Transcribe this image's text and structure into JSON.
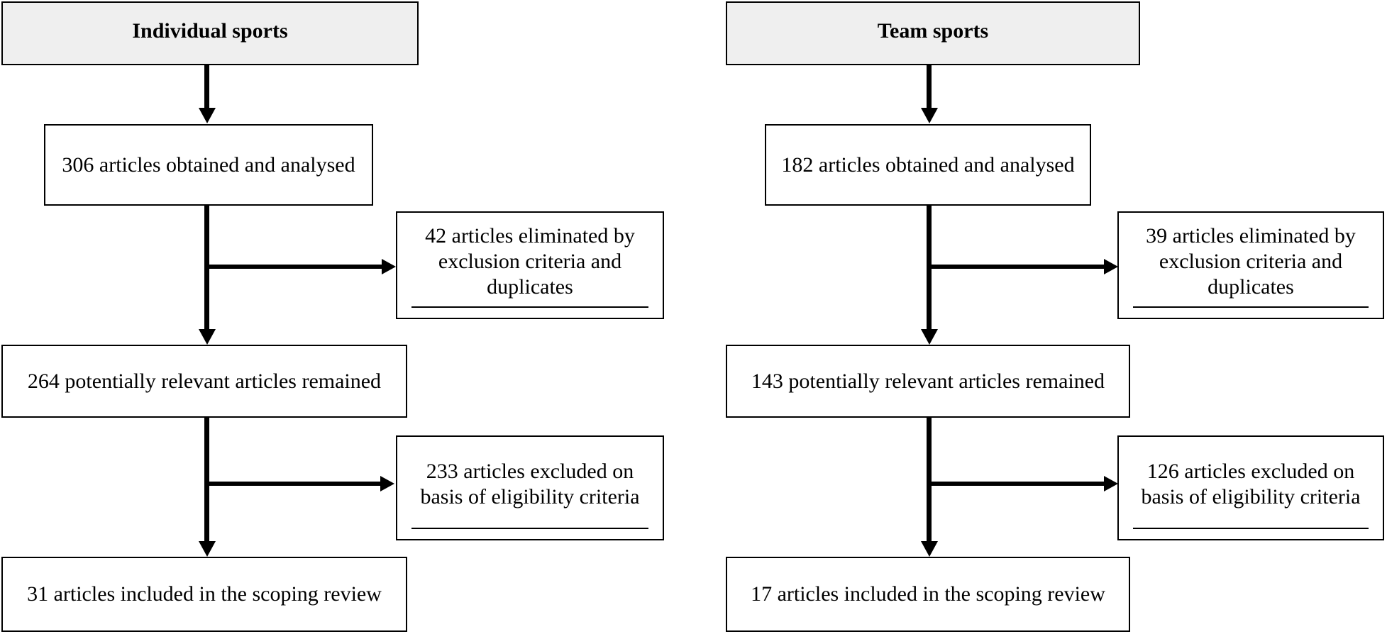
{
  "individual": {
    "header": "Individual sports",
    "obtained": "306 articles obtained and analysed",
    "excluded_first": "42 articles eliminated by exclusion criteria and duplicates",
    "relevant": "264 potentially relevant articles remained",
    "excluded_second": "233 articles excluded on basis of eligibility criteria",
    "included": "31 articles included in the scoping review"
  },
  "team": {
    "header": "Team sports",
    "obtained": "182 articles obtained and analysed",
    "excluded_first": "39 articles eliminated by exclusion criteria and duplicates",
    "relevant": "143 potentially relevant articles remained",
    "excluded_second": "126 articles excluded on basis of eligibility criteria",
    "included": "17 articles included in the scoping review"
  }
}
